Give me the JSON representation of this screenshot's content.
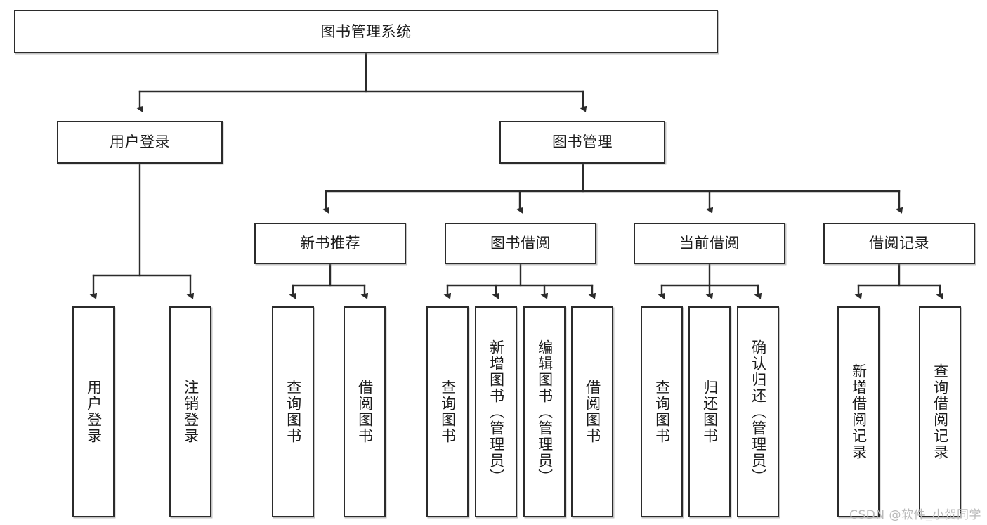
{
  "diagram": {
    "type": "tree-hierarchy-chart",
    "title": "图书管理系统",
    "background_color": "#ffffff",
    "node_border_color": "#2b2b2b",
    "edge_color": "#2b2b2b",
    "watermark": "CSDN @软件_小贺同学"
  },
  "nodes": {
    "root": {
      "label": "图书管理系统"
    },
    "level2": [
      {
        "id": "user-login",
        "label": "用户登录"
      },
      {
        "id": "book-manage",
        "label": "图书管理"
      }
    ],
    "level3": [
      {
        "id": "new-book-recommend",
        "label": "新书推荐"
      },
      {
        "id": "book-borrow",
        "label": "图书借阅"
      },
      {
        "id": "current-borrow",
        "label": "当前借阅"
      },
      {
        "id": "borrow-record",
        "label": "借阅记录"
      }
    ],
    "leaves": {
      "user_login": [
        {
          "id": "leaf-user-login",
          "label": "用户登录"
        },
        {
          "id": "leaf-logout-login",
          "label": "注销登录"
        }
      ],
      "new_book_recommend": [
        {
          "id": "leaf-query-book-1",
          "label": "查询图书"
        },
        {
          "id": "leaf-borrow-book-1",
          "label": "借阅图书"
        }
      ],
      "book_borrow": [
        {
          "id": "leaf-query-book-2",
          "label": "查询图书"
        },
        {
          "id": "leaf-add-book",
          "label": "新增图书（管理员）"
        },
        {
          "id": "leaf-edit-book",
          "label": "编辑图书（管理员）"
        },
        {
          "id": "leaf-borrow-book-2",
          "label": "借阅图书"
        }
      ],
      "current_borrow": [
        {
          "id": "leaf-query-book-3",
          "label": "查询图书"
        },
        {
          "id": "leaf-return-book",
          "label": "归还图书"
        },
        {
          "id": "leaf-confirm-return",
          "label": "确认归还（管理员）"
        }
      ],
      "borrow_record": [
        {
          "id": "leaf-add-record",
          "label": "新增借阅记录"
        },
        {
          "id": "leaf-query-record",
          "label": "查询借阅记录"
        }
      ]
    }
  }
}
